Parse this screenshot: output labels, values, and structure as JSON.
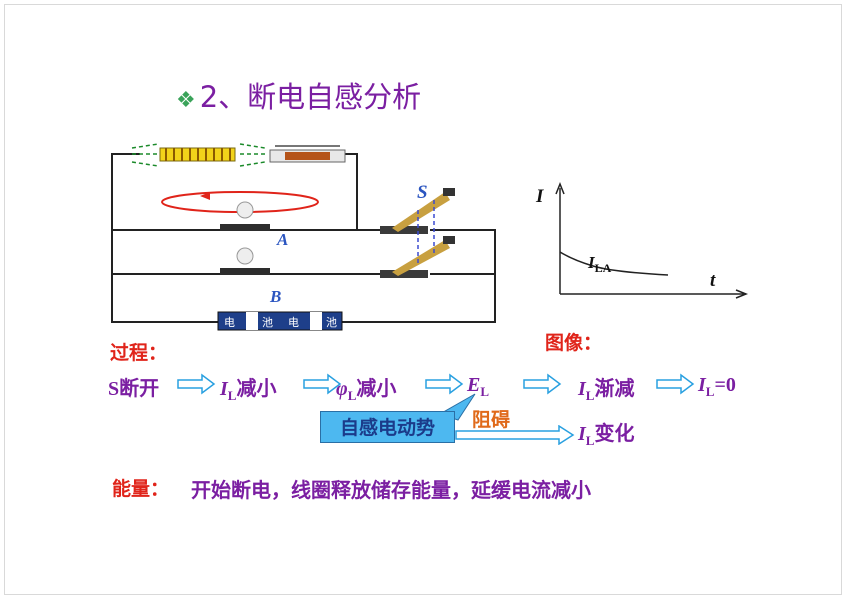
{
  "title": {
    "text": "2、断电自感分析",
    "bullet": "❖"
  },
  "circuit": {
    "label_S": "S",
    "label_A": "A",
    "label_B": "B",
    "battery_text": [
      "电",
      "池",
      "电",
      "池"
    ]
  },
  "graph": {
    "y_label": "I",
    "x_label": "t",
    "curve_label_main": "I",
    "curve_label_sub": "LA"
  },
  "labels": {
    "process": "过程：",
    "graph": "图像：",
    "energy": "能量："
  },
  "process": {
    "s_open": "S断开",
    "step1_sym": "I",
    "step1_sub": "L",
    "step1_text": "减小",
    "step2_sym": "φ",
    "step2_sub": "L",
    "step2_text": "减小",
    "step3_sym": "E",
    "step3_sub": "L",
    "step4_sym": "I",
    "step4_sub": "L",
    "step4_text": "渐减",
    "step5_sym": "I",
    "step5_sub": "L",
    "step5_text": "=0",
    "emf_box": "自感电动势",
    "hinder": "阻碍",
    "change_sym": "I",
    "change_sub": "L",
    "change_text": "变化"
  },
  "energy_text": "开始断电，线圈释放储存能量，延缓电流减小",
  "colors": {
    "title": "#7b1fa2",
    "label": "#e0241a",
    "arrow": "#29a0e0",
    "box": "#4db8f0"
  }
}
